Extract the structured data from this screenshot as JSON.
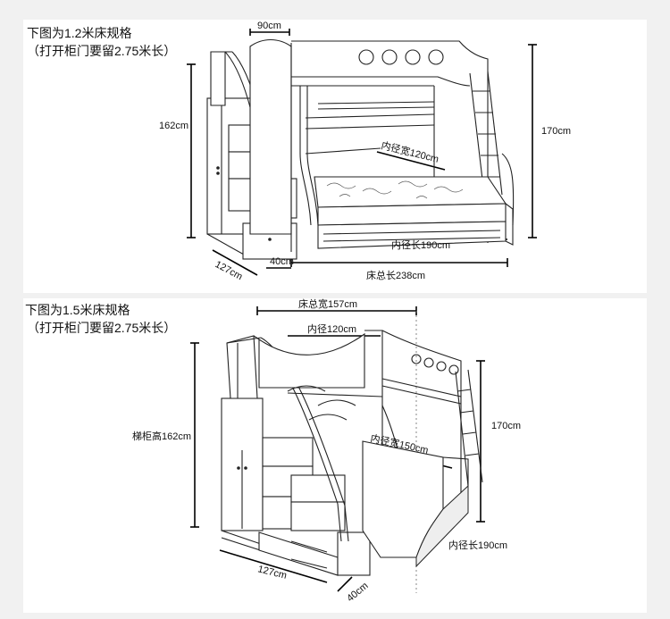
{
  "section1": {
    "title": "下图为1.2米床规格",
    "note": "（打开柜门要留2.75米长）",
    "dims": {
      "top_width": "90cm",
      "stair_height": "162cm",
      "bed_height": "170cm",
      "inner_width": "内径宽120cm",
      "inner_length": "内径长190cm",
      "depth": "127cm",
      "step_width": "40cm",
      "total_length": "床总长238cm"
    }
  },
  "section2": {
    "title": "下图为1.5米床规格",
    "note": "（打开柜门要留2.75米长）",
    "dims": {
      "total_width": "床总宽157cm",
      "inner_width_top": "内径120cm",
      "stair_height": "梯柜高162cm",
      "bed_height": "170cm",
      "inner_width": "内径宽150cm",
      "inner_length": "内径长190cm",
      "depth": "127cm",
      "step_width": "40cm"
    }
  },
  "colors": {
    "background": "#f1f1f1",
    "panel": "#ffffff",
    "line": "#222222"
  }
}
